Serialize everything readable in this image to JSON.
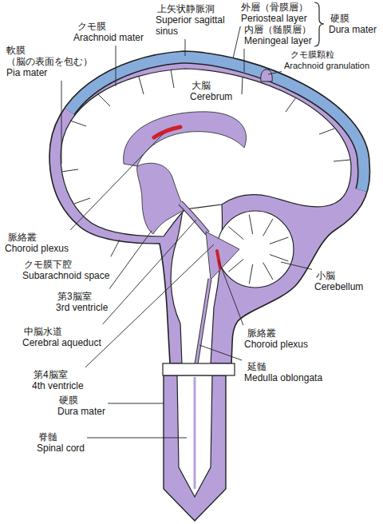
{
  "diagram": {
    "labels": [
      "クモ膜",
      "Arachnoid mater",
      "上矢状静脈洞",
      "Superior sagittal sinus",
      "外層（骨膜層）",
      "Periosteal layer",
      "内層（髄膜層）",
      "Meningeal layer",
      "硬膜",
      "Dura mater",
      "軟膜 （脳の表面を包む）",
      "Pia mater",
      "クモ膜顆粒",
      "Arachnoid granulation",
      "大脳",
      "Cerebrum",
      "脈絡叢",
      "Choroid plexus",
      "クモ膜下腔",
      "Subarachnoid space",
      "第3脳室",
      "3rd ventricle",
      "小脳",
      "Cerebellum",
      "中脳水道",
      "Cerebral aqueduct",
      "脈絡叢",
      "Choroid plexus",
      "第4脳室",
      "4th ventricle",
      "延髄",
      "Medulla oblongata",
      "硬膜",
      "Dura mater",
      "脊髄",
      "Spinal cord"
    ]
  }
}
